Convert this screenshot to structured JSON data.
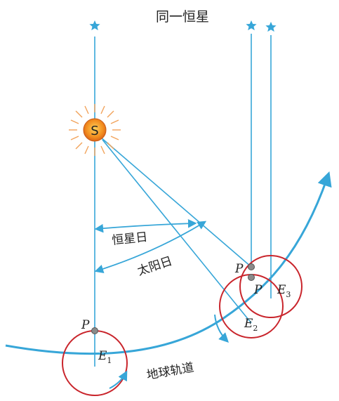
{
  "title": "同一恒星",
  "labels": {
    "sidereal_day": "恒星日",
    "solar_day": "太阳日",
    "orbit": "地球轨道",
    "sun": "S",
    "point_p": "P",
    "e1_letter": "E",
    "e1_sub": "1",
    "e2_letter": "E",
    "e2_sub": "2",
    "e3_letter": "E",
    "e3_sub": "3"
  },
  "colors": {
    "line": "#37a6d8",
    "circle": "#c9252c",
    "sun_core": "#f28c1e",
    "sun_rays": "#f2a35b",
    "text": "#222222"
  },
  "icons": {
    "star": "star-icon",
    "sun": "sun-icon",
    "marker": "observer-point-marker"
  }
}
